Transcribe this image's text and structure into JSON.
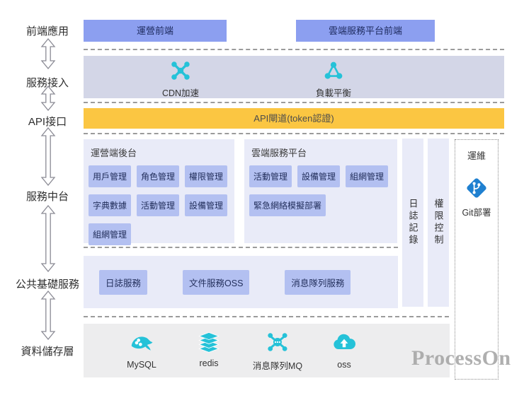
{
  "layers": [
    {
      "label": "前端應用"
    },
    {
      "label": "服務接入"
    },
    {
      "label": "API接口"
    },
    {
      "label": "服務中台"
    },
    {
      "label": "公共基礎服務"
    },
    {
      "label": "資料儲存層"
    }
  ],
  "frontend_row": {
    "operations_frontend": "運營前端",
    "cloud_platform_frontend": "雲端服務平台前端"
  },
  "access_row": {
    "items": [
      {
        "icon": "cdn-icon",
        "label": "CDN加速"
      },
      {
        "icon": "load-balancer-icon",
        "label": "負載平衡"
      }
    ]
  },
  "api_gateway": {
    "label": "API閘道(token認證)"
  },
  "middle_platform": {
    "ops_backend": {
      "title": "運營端後台",
      "chips": [
        "用戶管理",
        "角色管理",
        "權限管理",
        "字典數據",
        "活動管理",
        "設備管理",
        "組網管理"
      ]
    },
    "cloud_platform": {
      "title": "雲端服務平台",
      "chips": [
        "活動管理",
        "設備管理",
        "組網管理",
        "緊急網絡模擬部署"
      ]
    },
    "log_bar": "日誌記錄",
    "perm_bar": "權限控制"
  },
  "ops_column": {
    "title": "運維",
    "icon": "git-icon",
    "label": "Git部署"
  },
  "common_services": {
    "chips": [
      "日誌服務",
      "文件服務OSS",
      "消息隊列服務"
    ]
  },
  "storage_row": {
    "items": [
      {
        "icon": "mysql-icon",
        "label": "MySQL"
      },
      {
        "icon": "redis-icon",
        "label": "redis"
      },
      {
        "icon": "mq-icon",
        "label": "消息隊列MQ"
      },
      {
        "icon": "oss-icon",
        "label": "oss"
      }
    ]
  },
  "watermark": "ProcessOn",
  "colors": {
    "frontend_button": "#8c9ff0",
    "access_band": "#d3d6e7",
    "gateway_yellow": "#fbc642",
    "panel_lavender": "#e9ebf8",
    "chip_blue": "#b3c0f1",
    "storage_gray": "#ededee",
    "icon_teal": "#25c2d8",
    "git_blue": "#1f80d0"
  }
}
